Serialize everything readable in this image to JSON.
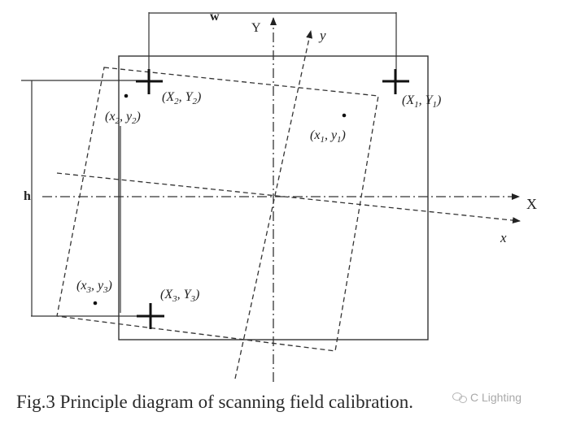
{
  "labels": {
    "w": "w",
    "h": "h",
    "axis_X": "X",
    "axis_Y": "Y",
    "axis_x": "x",
    "axis_y": "y",
    "points": [
      {
        "key": "X1Y1",
        "a": "X",
        "s1": "1",
        "b": "Y",
        "s2": "1"
      },
      {
        "key": "X2Y2",
        "a": "X",
        "s1": "2",
        "b": "Y",
        "s2": "2"
      },
      {
        "key": "X3Y3",
        "a": "X",
        "s1": "3",
        "b": "Y",
        "s2": "3"
      },
      {
        "key": "x1y1",
        "a": "x",
        "s1": "1",
        "b": "y",
        "s2": "1"
      },
      {
        "key": "x2y2",
        "a": "x",
        "s1": "2",
        "b": "y",
        "s2": "2"
      },
      {
        "key": "x3y3",
        "a": "x",
        "s1": "3",
        "b": "y",
        "s2": "3"
      }
    ]
  },
  "caption": "Fig.3 Principle diagram of scanning field calibration.",
  "watermark": "C Lighting",
  "watermark_icon": "wechat-icon",
  "colors": {
    "line": "#222222",
    "text": "#222222",
    "watermark": "#a9a9a9"
  }
}
